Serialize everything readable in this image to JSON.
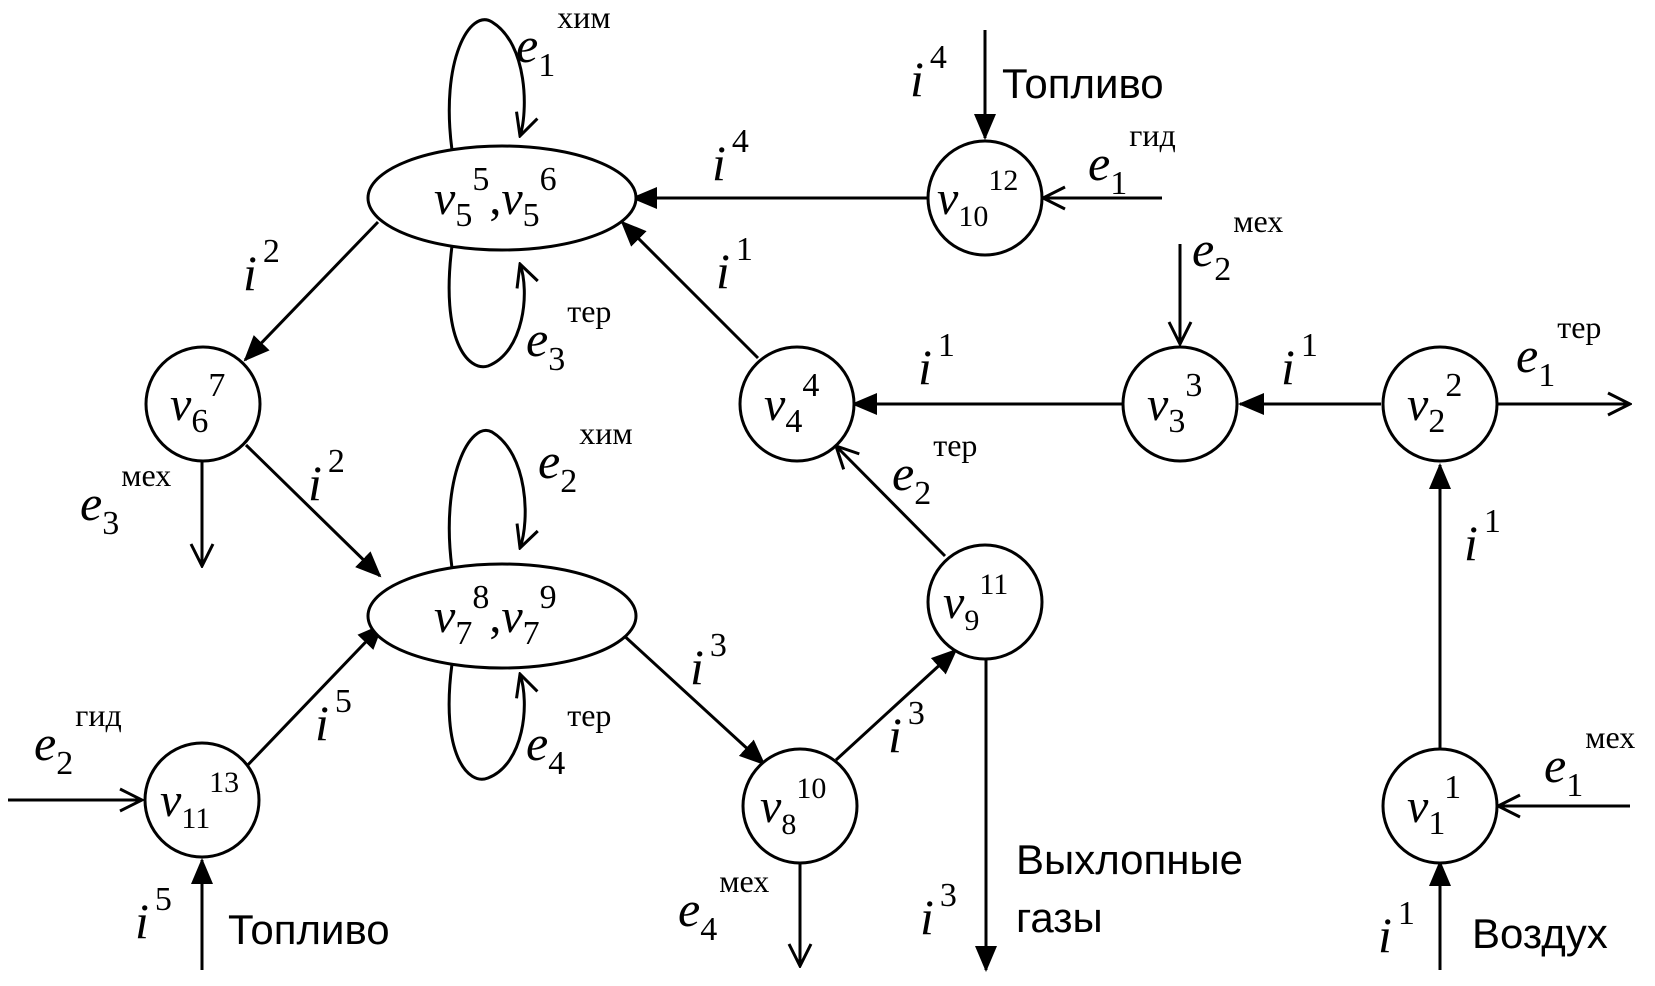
{
  "nodes": {
    "v1": {
      "base": "v",
      "sub": "1",
      "sup": "1"
    },
    "v2": {
      "base": "v",
      "sub": "2",
      "sup": "2"
    },
    "v3": {
      "base": "v",
      "sub": "3",
      "sup": "3"
    },
    "v4": {
      "base": "v",
      "sub": "4",
      "sup": "4"
    },
    "v5": {
      "base": "v",
      "sub": "5",
      "sup": "5",
      "base2": "v",
      "sub2": "5",
      "sup2": "6"
    },
    "v6": {
      "base": "v",
      "sub": "6",
      "sup": "7"
    },
    "v7": {
      "base": "v",
      "sub": "7",
      "sup": "8",
      "base2": "v",
      "sub2": "7",
      "sup2": "9"
    },
    "v8": {
      "base": "v",
      "sub": "8",
      "sup": "10"
    },
    "v9": {
      "base": "v",
      "sub": "9",
      "sup": "11"
    },
    "v10": {
      "base": "v",
      "sub": "10",
      "sup": "12"
    },
    "v11": {
      "base": "v",
      "sub": "11",
      "sup": "13"
    }
  },
  "labels": {
    "i4_top": {
      "base": "i",
      "sup": "4"
    },
    "i4_mid": {
      "base": "i",
      "sup": "4"
    },
    "i1_v4v5": {
      "base": "i",
      "sup": "1"
    },
    "i1_v3v4": {
      "base": "i",
      "sup": "1"
    },
    "i1_v2v3": {
      "base": "i",
      "sup": "1"
    },
    "i1_v1v2": {
      "base": "i",
      "sup": "1"
    },
    "i1_bot": {
      "base": "i",
      "sup": "1"
    },
    "i2_v5v6": {
      "base": "i",
      "sup": "2"
    },
    "i2_v6v7": {
      "base": "i",
      "sup": "2"
    },
    "i3_v7v8": {
      "base": "i",
      "sup": "3"
    },
    "i3_v8v9": {
      "base": "i",
      "sup": "3"
    },
    "i3_exh": {
      "base": "i",
      "sup": "3"
    },
    "i5_v11v7": {
      "base": "i",
      "sup": "5"
    },
    "i5_bot": {
      "base": "i",
      "sup": "5"
    },
    "e1_him": {
      "base": "e",
      "sub": "1",
      "sup": "хим"
    },
    "e1_gid": {
      "base": "e",
      "sub": "1",
      "sup": "гид"
    },
    "e3_ter": {
      "base": "e",
      "sub": "3",
      "sup": "тер"
    },
    "e2_meh": {
      "base": "e",
      "sub": "2",
      "sup": "мех"
    },
    "e1_ter": {
      "base": "e",
      "sub": "1",
      "sup": "тер"
    },
    "e3_meh": {
      "base": "e",
      "sub": "3",
      "sup": "мех"
    },
    "e2_him": {
      "base": "e",
      "sub": "2",
      "sup": "хим"
    },
    "e2_ter": {
      "base": "e",
      "sub": "2",
      "sup": "тер"
    },
    "e4_ter": {
      "base": "e",
      "sub": "4",
      "sup": "тер"
    },
    "e2_gid": {
      "base": "e",
      "sub": "2",
      "sup": "гид"
    },
    "e4_meh": {
      "base": "e",
      "sub": "4",
      "sup": "мех"
    },
    "e1_meh": {
      "base": "e",
      "sub": "1",
      "sup": "мех"
    }
  },
  "text": {
    "fuel_top": "Топливо",
    "fuel_bottom": "Топливо",
    "exhaust_line1": "Выхлопные",
    "exhaust_line2": "газы",
    "air": "Воздух"
  }
}
